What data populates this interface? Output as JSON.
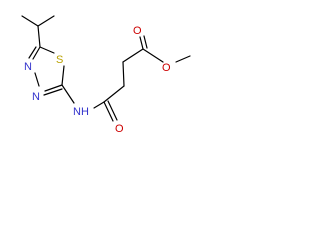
{
  "molecule": {
    "atoms": {
      "n1": "N",
      "n2": "N",
      "s1": "S",
      "nh": "NH",
      "o_carbonyl": "O",
      "o_ester_carbonyl": "O",
      "o_ester": "O"
    },
    "colors": {
      "bond": "#000000",
      "nitrogen": "#3333cc",
      "sulfur": "#b8a000",
      "oxygen": "#cc0000"
    }
  }
}
